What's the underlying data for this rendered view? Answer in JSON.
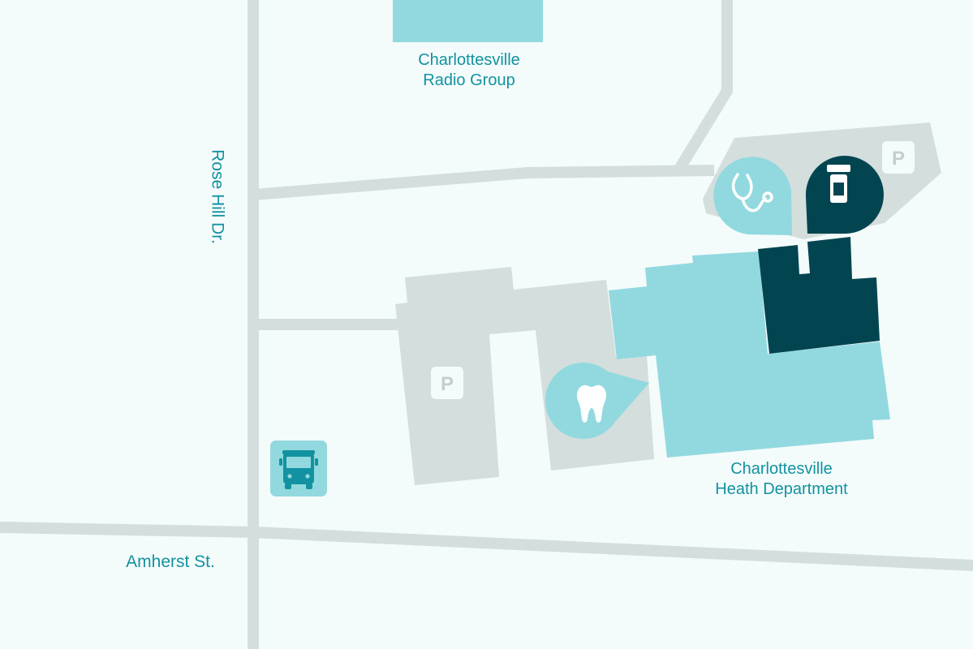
{
  "labels": {
    "radio_group": [
      "Charlottesville",
      "Radio Group"
    ],
    "health_department": [
      "Charlottesville",
      "Heath Department"
    ],
    "amherst_street": "Amherst St.",
    "rose_hill_drive": "Rose Hill Dr."
  },
  "parking_sign": "P",
  "markers": [
    {
      "name": "doctor-marker",
      "icon": "stethoscope-icon"
    },
    {
      "name": "pharmacy-marker",
      "icon": "pill-bottle-icon"
    },
    {
      "name": "dentist-marker",
      "icon": "tooth-icon"
    }
  ],
  "bus_stop": {
    "icon": "bus-icon"
  },
  "colors": {
    "background": "#f4fbfb",
    "road": "#d3dedd",
    "lot": "#d3dedd",
    "building": "#92d9df",
    "building_dark": "#024550",
    "label": "#1292a0"
  }
}
